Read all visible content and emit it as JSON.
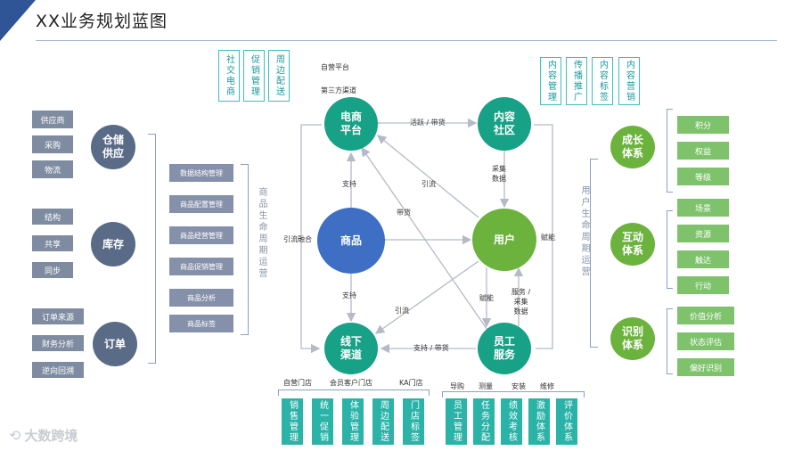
{
  "title": "XX业务规划蓝图",
  "watermark": "大数跨境",
  "colors": {
    "teal": "#17a186",
    "green": "#6cb33e",
    "blue": "#3e6fc4",
    "slate": "#596b87",
    "accent": "#2f5597"
  },
  "nodes": {
    "ecommerce": "电商\n平台",
    "content": "内容\n社区",
    "product": "商品",
    "user": "用户",
    "offline": "线下\n渠道",
    "staff": "员工\n服务",
    "warehouse": "仓储\n供应",
    "inventory": "库存",
    "order": "订单",
    "growth": "成长\n体系",
    "interaction": "互动\n体系",
    "identify": "识别\n体系"
  },
  "edges": {
    "active_goods": "活跃 / 带货",
    "collect_data": "采集\n数据",
    "support_top": "支持",
    "traffic_1": "引流",
    "carry_goods": "带货",
    "traffic_merge": "引流融合",
    "empower_right": "赋能",
    "empower_mid": "赋能",
    "service_data": "服务 /\n采集\n数据",
    "support_bottom": "支持",
    "traffic_2": "引流",
    "support_goods": "支持 / 带货"
  },
  "top_labels": {
    "self_platform": "自营平台",
    "third_party": "第三方渠道"
  },
  "ecommerce_tags": [
    "社交电商",
    "促销管理",
    "周边配送"
  ],
  "content_tags": [
    "内容管理",
    "传播推广",
    "内容标签",
    "内容营销"
  ],
  "left_groups": {
    "warehouse_items": [
      "供应商",
      "采购",
      "物流"
    ],
    "inventory_items": [
      "结构",
      "共享",
      "同步"
    ],
    "order_items": [
      "订单来源",
      "财务分析",
      "逆向回溯"
    ]
  },
  "product_mgmt": [
    "数据结构管理",
    "商品配置管理",
    "商品经营管理",
    "商品促销管理",
    "商品分析",
    "商品标签"
  ],
  "product_lifecycle": "商品生命周期运营",
  "user_lifecycle": "用户生命周期运营",
  "right_groups": {
    "growth_items": [
      "积分",
      "权益",
      "等级"
    ],
    "interaction_items": [
      "场景",
      "资源",
      "触达",
      "行动"
    ],
    "identify_items": [
      "价值分析",
      "状态评估",
      "偏好识别"
    ]
  },
  "offline_labels": [
    "自营门店",
    "会员客户门店",
    "KA门店"
  ],
  "offline_tags": [
    "销售管理",
    "统一促销",
    "体验管理",
    "周边配送",
    "门店标签"
  ],
  "staff_labels": [
    "导购",
    "测量",
    "安装",
    "维修"
  ],
  "staff_tags": [
    "员工管理",
    "任务分配",
    "绩效考核",
    "激励体系",
    "评价体系"
  ]
}
